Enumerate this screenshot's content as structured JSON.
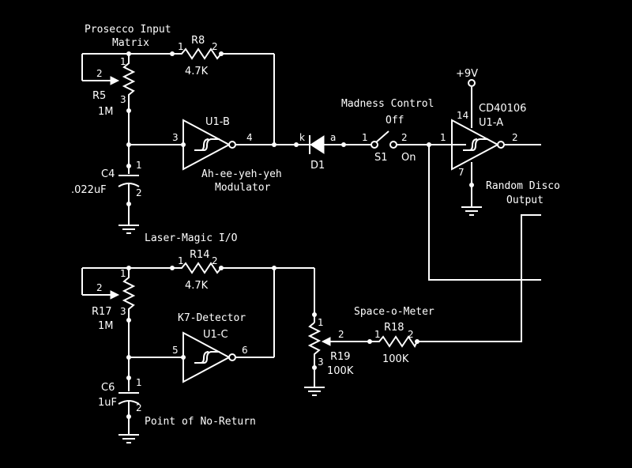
{
  "labels": {
    "prosecco": "Prosecco Input",
    "matrix": "Matrix",
    "laser_magic": "Laser-Magic I/O",
    "madness_control": "Madness Control",
    "off": "Off",
    "on": "On",
    "ah_ee": "Ah-ee-yeh-yeh",
    "modulator": "Modulator",
    "k7_detector": "K7-Detector",
    "random_disco": "Random Disco",
    "output": "Output",
    "space_o_meter": "Space-o-Meter",
    "point_of_no_return": "Point of No-Return"
  },
  "components": {
    "r8": {
      "ref": "R8",
      "value": "4.7K"
    },
    "r5": {
      "ref": "R5",
      "value": "1M"
    },
    "c4": {
      "ref": "C4",
      "value": ".022uF"
    },
    "u1b": {
      "ref": "U1-B"
    },
    "d1": {
      "ref": "D1"
    },
    "s1": {
      "ref": "S1"
    },
    "u1a": {
      "ref": "U1-A",
      "part": "CD40106",
      "supply": "+9V"
    },
    "r14": {
      "ref": "R14",
      "value": "4.7K"
    },
    "r17": {
      "ref": "R17",
      "value": "1M"
    },
    "u1c": {
      "ref": "U1-C"
    },
    "c6": {
      "ref": "C6",
      "value": "1uF"
    },
    "r19": {
      "ref": "R19",
      "value": "100K"
    },
    "r18": {
      "ref": "R18",
      "value": "100K"
    }
  },
  "pins": {
    "one": "1",
    "two": "2",
    "three": "3",
    "four": "4",
    "five": "5",
    "six": "6",
    "seven": "7",
    "fourteen": "14",
    "k": "k",
    "a": "a"
  },
  "colors": {
    "background": "#000000",
    "ink": "#ffffff"
  }
}
